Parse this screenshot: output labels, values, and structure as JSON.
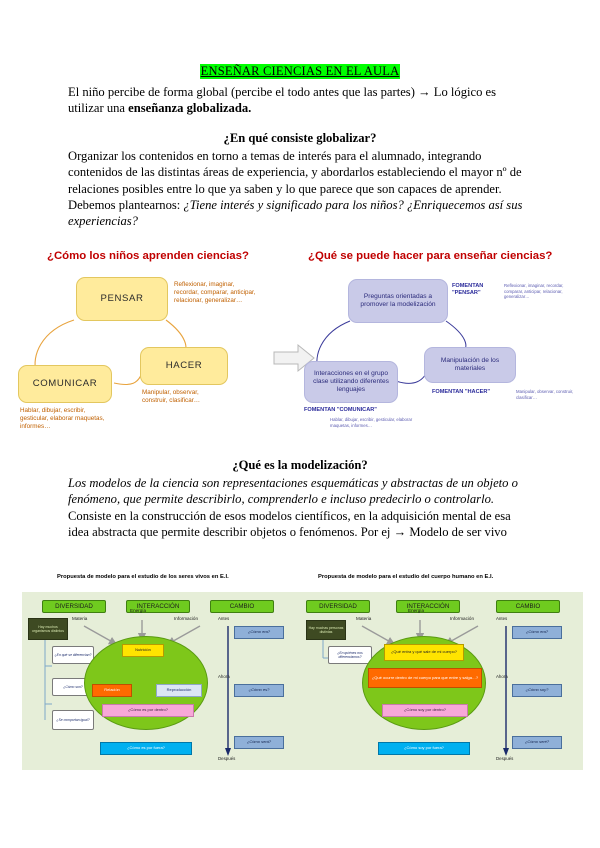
{
  "document": {
    "title": "ENSEÑAR CIENCIAS EN EL AULA",
    "intro_1": "El niño percibe de forma global (percibe el todo antes que las partes) → Lo lógico es utilizar una ",
    "intro_1_bold": "enseñanza globalizada.",
    "heading_globalizar": "¿En qué consiste globalizar?",
    "para_globalizar": "Organizar los contenidos en torno a temas de interés para el alumnado, integrando contenidos de las distintas áreas de experiencia, y abordarlos estableciendo el mayor nº de relaciones posibles entre lo que ya saben y lo que parece que son capaces de aprender.",
    "para_plantear_plain": "Debemos plantearnos: ",
    "para_plantear_italic": "¿Tiene interés y significado para los niños? ¿Enriquecemos así sus experiencias?",
    "heading_modelizacion": "¿Qué es la modelización?",
    "para_model_italic": "Los modelos de la ciencia son representaciones esquemáticas y abstractas de un objeto o fenómeno, que permite describirlo, comprenderlo e incluso predecirlo o controlarlo.",
    "para_model_plain": "Consiste en la construcción de esos modelos científicos, en la adquisición mental de esa idea abstracta que permite describir objetos o fenómenos. Por ej →  Modelo de ser vivo"
  },
  "map_left": {
    "heading": "¿Cómo los niños aprenden ciencias?",
    "nodes": [
      {
        "label": "PENSAR"
      },
      {
        "label": "HACER"
      },
      {
        "label": "COMUNICAR"
      }
    ],
    "desc_pensar": "Reflexionar, imaginar, recordar, comparar, anticipar, relacionar, generalizar…",
    "desc_hacer": "Manipular, observar, construir, clasificar…",
    "desc_comunicar": "Hablar, dibujar, escribir, gesticular, elaborar maquetas, informes…"
  },
  "map_right": {
    "heading": "¿Qué se puede hacer para enseñar ciencias?",
    "nodes": [
      {
        "label": "Preguntas orientadas a promover la modelización"
      },
      {
        "label": "Manipulación de los materiales"
      },
      {
        "label": "Interacciones en el grupo clase utilizando diferentes lenguajes"
      }
    ],
    "fomentan_pensar": "FOMENTAN \"PENSAR\"",
    "fomentan_hacer": "FOMENTAN \"HACER\"",
    "fomentan_comunicar": "FOMENTAN \"COMUNICAR\"",
    "desc_pensar": "Reflexionar, imaginar, recordar, comparar, anticipar, relacionar, generalizar…",
    "desc_hacer": "Manipular, observar, construir, clasificar…",
    "desc_comunicar": "Hablar, dibujar, escribir, gesticular, elaborar maquetas, informes…"
  },
  "panel_left": {
    "caption": "Propuesta de modelo para el estudio de los seres vivos en E.I.",
    "categories": [
      "DIVERSIDAD",
      "INTERACCIÓN",
      "CAMBIO"
    ],
    "dark_statement": "Hay muchos organismos distintos",
    "questions": [
      "¿En qué se diferencian?",
      "¿Cómo son?",
      "¿Se comportan igual?"
    ],
    "flow_labels": [
      "Materia",
      "Energía",
      "Información"
    ],
    "functions": {
      "nutricion": "Nutrición",
      "relacion": "Relación",
      "reproduccion": "Reproducción",
      "inside": "¿Cómo es por dentro?",
      "outside": "¿Cómo es por fuera?"
    },
    "time_labels": [
      "Antes",
      "Ahora",
      "Después"
    ],
    "time_questions": [
      "¿Cómo era?",
      "¿Cómo es?",
      "¿Cómo será?"
    ]
  },
  "panel_right": {
    "caption": "Propuesta de modelo para el estudio del cuerpo humano en E.I.",
    "categories": [
      "DIVERSIDAD",
      "INTERACCIÓN",
      "CAMBIO"
    ],
    "dark_statement": "Hay muchas personas distintas",
    "questions": [
      "¿En quiénes nos diferenciamos?"
    ],
    "flow_labels": [
      "Materia",
      "Energía",
      "Información"
    ],
    "functions": {
      "entra_sale": "¿Qué entra y qué sale de mi cuerpo?",
      "ocurre": "¿Qué ocurre dentro de mi cuerpo para que entre y salga…?",
      "inside": "¿Cómo soy por dentro?",
      "outside": "¿Cómo soy por fuera?"
    },
    "time_labels": [
      "Antes",
      "Ahora",
      "Después"
    ],
    "time_questions": [
      "¿Cómo era?",
      "¿Cómo soy?",
      "¿Cómo seré?"
    ]
  },
  "colors": {
    "highlight": "#00ff00",
    "red_heading": "#c00000",
    "yellow_node": "#ffeb9c",
    "purple_node": "#c9cae8",
    "green_category": "#6fcb1f",
    "panel_bg": "#e6eed8"
  }
}
